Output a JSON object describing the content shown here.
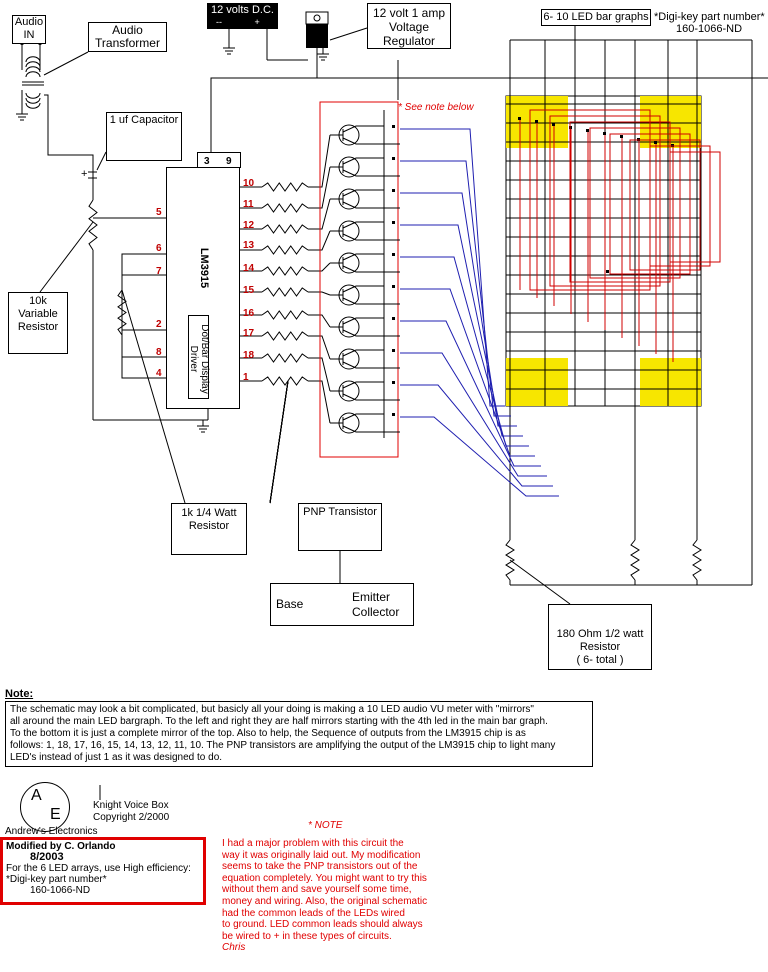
{
  "power": {
    "supply_label": "12 volts D.C.",
    "minus": "--",
    "plus": "+",
    "regulator_label": "12 volt 1 amp Voltage Regulator"
  },
  "audio": {
    "in_label": "Audio IN",
    "transformer_label": "Audio Transformer"
  },
  "capacitor": {
    "label": "1 uf Capacitor",
    "plus": "+"
  },
  "variable_resistor": {
    "label": "10k Variable Resistor"
  },
  "chip": {
    "name": "LM3915",
    "driver_label": "Dot/Bar Display Driver",
    "top_pins": [
      "3",
      "9"
    ],
    "left_pins": [
      "5",
      "6",
      "7",
      "2",
      "8",
      "4"
    ],
    "right_pins": [
      "10",
      "11",
      "12",
      "13",
      "14",
      "15",
      "16",
      "17",
      "18",
      "1"
    ]
  },
  "transistor_note": "* See note below",
  "led_graphs": {
    "label": "6- 10 LED bar graphs",
    "digikey_label": "*Digi-key part number*",
    "digikey_part": "160-1066-ND"
  },
  "resistor_1k": {
    "label": "1k 1/4 Watt Resistor"
  },
  "pnp": {
    "label": "PNP Transistor",
    "base": "Base",
    "emitter": "Emitter",
    "collector": "Collector"
  },
  "resistor_180": {
    "label": "180 Ohm 1/2 watt Resistor",
    "count": "( 6- total )"
  },
  "note": {
    "title": "Note:",
    "lines": [
      "The schematic may look a bit complicated, but basicly all your doing is making a 10 LED audio VU meter with \"mirrors\"",
      "all around the main LED bargraph. To the left and right they are half mirrors starting with the 4th led in the main bar graph.",
      "To the bottom it is just a complete mirror of the top.  Also to help, the Sequence of outputs from the LM3915 chip is as",
      "follows: 1, 18, 17, 16, 15, 14, 13, 12, 11, 10.  The PNP transistors are amplifying the output of the LM3915 chip to light many",
      "LED's instead of just 1 as it was designed to do."
    ]
  },
  "credit": {
    "logo_a": "A",
    "logo_e": "E",
    "company": "Andrew's Electronics",
    "product": "Knight Voice Box",
    "copyright": "Copyright 2/2000"
  },
  "modification": {
    "line1": "Modified by C. Orlando",
    "line2": "8/2003",
    "line3": "For the 6 LED arrays, use High efficiency:",
    "line4": "*Digi-key part number*",
    "line5": "160-1066-ND"
  },
  "side_note": {
    "title": "* NOTE",
    "lines": [
      "I had a major problem with this circuit the",
      "way it was originally laid out. My modification",
      "seems to take the PNP transistors out of the",
      "equation completely. You might want to try this",
      "without them and save yourself some time,",
      "money and wiring. Also, the original schematic",
      "had the common leads of the LEDs wired",
      "to ground. LED common leads should always",
      "be wired to + in these types of circuits."
    ],
    "signature": "Chris"
  },
  "colors": {
    "wire": "#000000",
    "led_wire": "#1f1fb0",
    "red_wire": "#d00000",
    "led_yellow": "#f7e600",
    "highlight_red": "#e00000"
  }
}
